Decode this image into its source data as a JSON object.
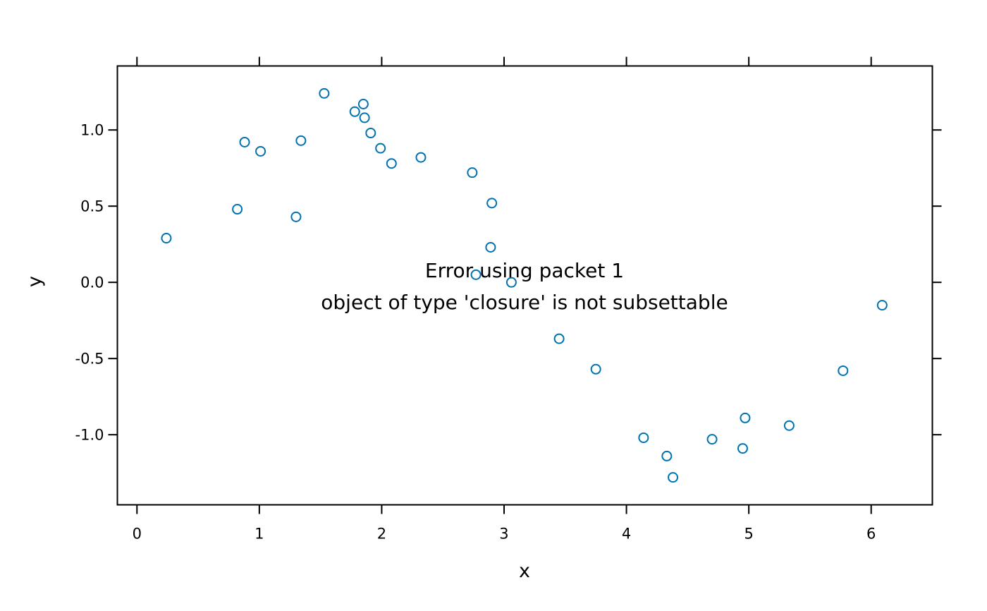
{
  "chart_data": {
    "type": "scatter",
    "xlabel": "x",
    "ylabel": "y",
    "xlim": [
      -0.16,
      6.5
    ],
    "ylim": [
      -1.46,
      1.42
    ],
    "xticks": [
      0,
      1,
      2,
      3,
      4,
      5,
      6
    ],
    "xtick_labels": [
      "0",
      "1",
      "2",
      "3",
      "4",
      "5",
      "6"
    ],
    "yticks": [
      -1.0,
      -0.5,
      0.0,
      0.5,
      1.0
    ],
    "ytick_labels": [
      "-1.0",
      "-0.5",
      "0.0",
      "0.5",
      "1.0"
    ],
    "grid": false,
    "point_color": "#0072b2",
    "error_lines": [
      "Error using packet 1",
      "object of type 'closure' is not subsettable"
    ],
    "points": [
      {
        "x": 0.24,
        "y": 0.29
      },
      {
        "x": 0.82,
        "y": 0.48
      },
      {
        "x": 0.88,
        "y": 0.92
      },
      {
        "x": 1.01,
        "y": 0.86
      },
      {
        "x": 1.3,
        "y": 0.43
      },
      {
        "x": 1.34,
        "y": 0.93
      },
      {
        "x": 1.53,
        "y": 1.24
      },
      {
        "x": 1.78,
        "y": 1.12
      },
      {
        "x": 1.85,
        "y": 1.17
      },
      {
        "x": 1.86,
        "y": 1.08
      },
      {
        "x": 1.91,
        "y": 0.98
      },
      {
        "x": 1.99,
        "y": 0.88
      },
      {
        "x": 2.08,
        "y": 0.78
      },
      {
        "x": 2.32,
        "y": 0.82
      },
      {
        "x": 2.74,
        "y": 0.72
      },
      {
        "x": 2.77,
        "y": 0.05
      },
      {
        "x": 2.89,
        "y": 0.23
      },
      {
        "x": 2.9,
        "y": 0.52
      },
      {
        "x": 3.06,
        "y": 0.0
      },
      {
        "x": 3.45,
        "y": -0.37
      },
      {
        "x": 3.75,
        "y": -0.57
      },
      {
        "x": 4.14,
        "y": -1.02
      },
      {
        "x": 4.33,
        "y": -1.14
      },
      {
        "x": 4.38,
        "y": -1.28
      },
      {
        "x": 4.7,
        "y": -1.03
      },
      {
        "x": 4.95,
        "y": -1.09
      },
      {
        "x": 4.97,
        "y": -0.89
      },
      {
        "x": 5.33,
        "y": -0.94
      },
      {
        "x": 5.77,
        "y": -0.58
      },
      {
        "x": 6.09,
        "y": -0.15
      }
    ]
  }
}
